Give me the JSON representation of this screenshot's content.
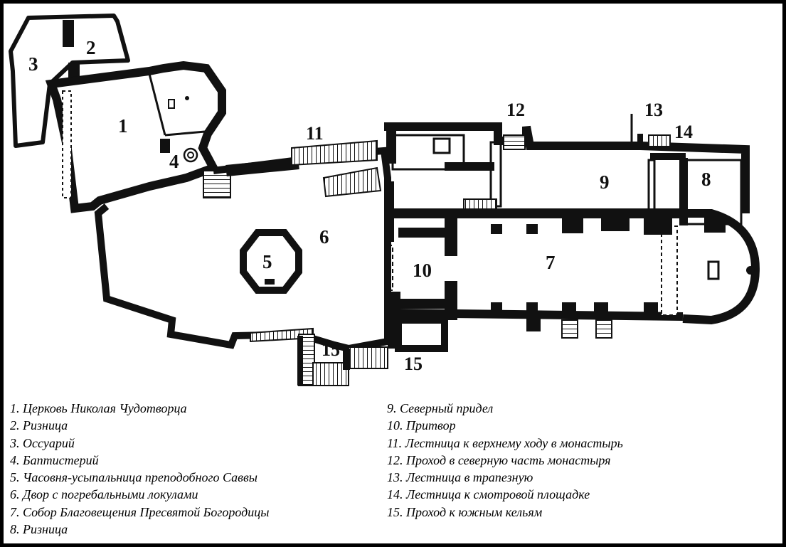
{
  "plan_labels": {
    "l1": "1",
    "l2": "2",
    "l3": "3",
    "l4": "4",
    "l5": "5",
    "l6": "6",
    "l7": "7",
    "l8": "8",
    "l9": "9",
    "l10": "10",
    "l11": "11",
    "l12": "12",
    "l13": "13",
    "l14": "14",
    "l15a": "15",
    "l15b": "15"
  },
  "legend": {
    "left": [
      "1. Церковь Николая Чудотворца",
      "2. Ризница",
      "3. Оссуарий",
      "4. Баптистерий",
      "5. Часовня-усыпальница преподобного Саввы",
      "6. Двор с погребальными локулами",
      "7. Собор Благовещения Пресвятой Богородицы",
      "8. Ризница"
    ],
    "right": [
      "9. Северный придел",
      "10. Притвор",
      "11. Лестница к верхнему ходу в монастырь",
      "12. Проход в северную часть монастыря",
      "13. Лестница в трапезную",
      "14. Лестница к смотровой площадке",
      "15. Проход к южным кельям"
    ]
  },
  "colors": {
    "ink": "#111111",
    "paper": "#ffffff",
    "frame": "#000000"
  }
}
